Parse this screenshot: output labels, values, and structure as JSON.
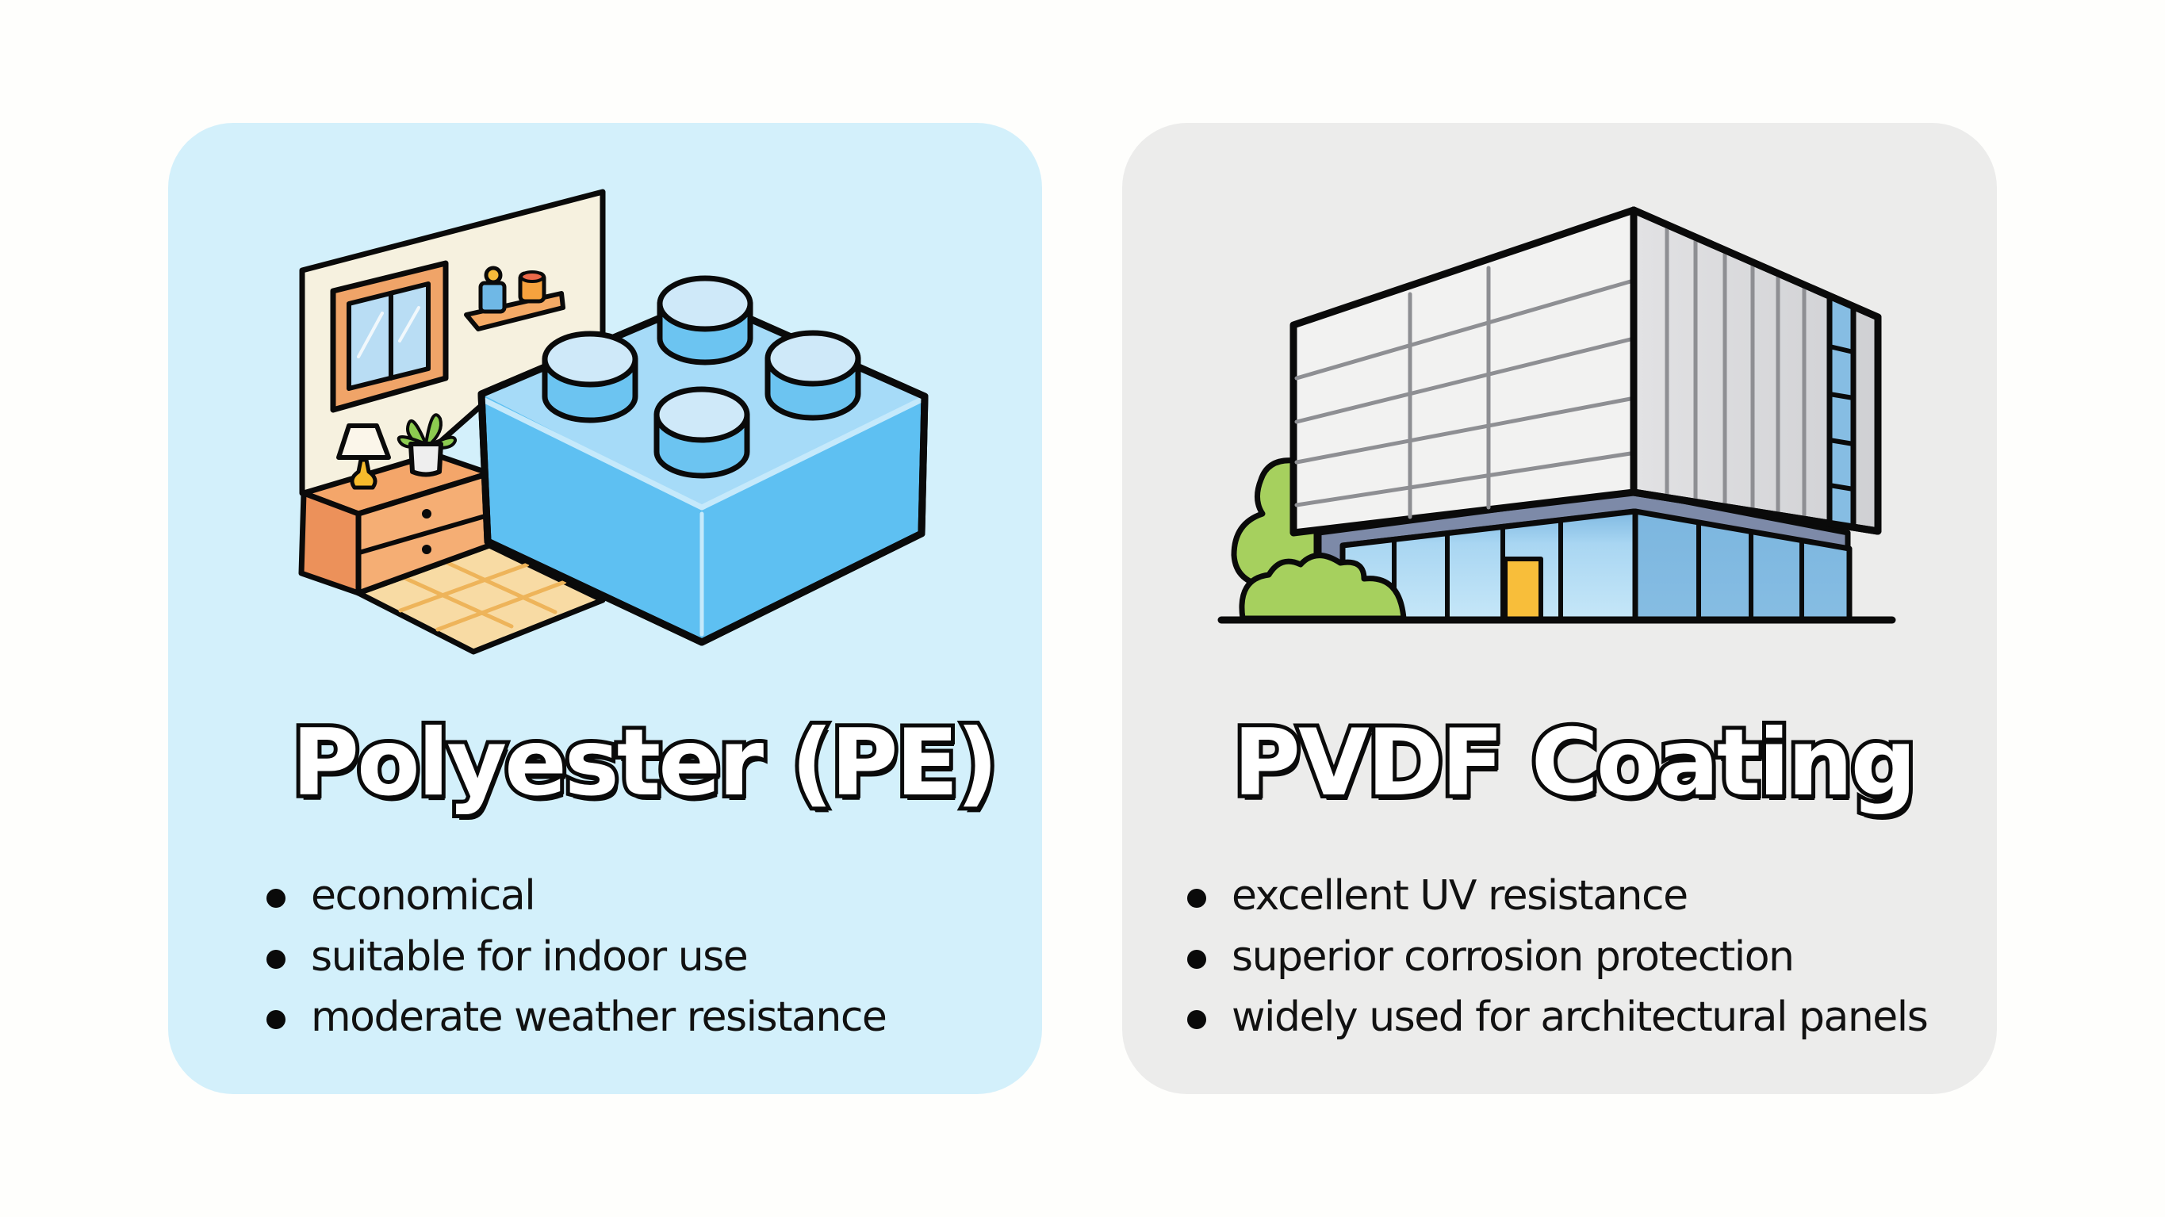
{
  "page": {
    "background": "#fefefc"
  },
  "cards": [
    {
      "id": "polyester",
      "title": "Polyester (PE)",
      "background": "#d3f0fb",
      "illustration": "lego-brick-in-room-icon",
      "bullets": [
        "economical",
        "suitable for indoor use",
        "moderate weather resistance"
      ]
    },
    {
      "id": "pvdf",
      "title": "PVDF Coating",
      "background": "#ececeb",
      "illustration": "office-building-icon",
      "bullets": [
        "excellent UV resistance",
        "superior corrosion protection",
        "widely used for architectural panels"
      ]
    }
  ],
  "colors": {
    "outline": "#0a0a0a",
    "brick_blue": "#5ec0f2",
    "brick_top": "#a8dcf8",
    "wall": "#f6f1df",
    "wood": "#f0a060",
    "floor": "#f7d9a0",
    "glass": "#8cc6ea",
    "door": "#f8be3a",
    "bush": "#a6d05e",
    "panel": "#f2f2f1",
    "underside": "#7d8aa8"
  }
}
